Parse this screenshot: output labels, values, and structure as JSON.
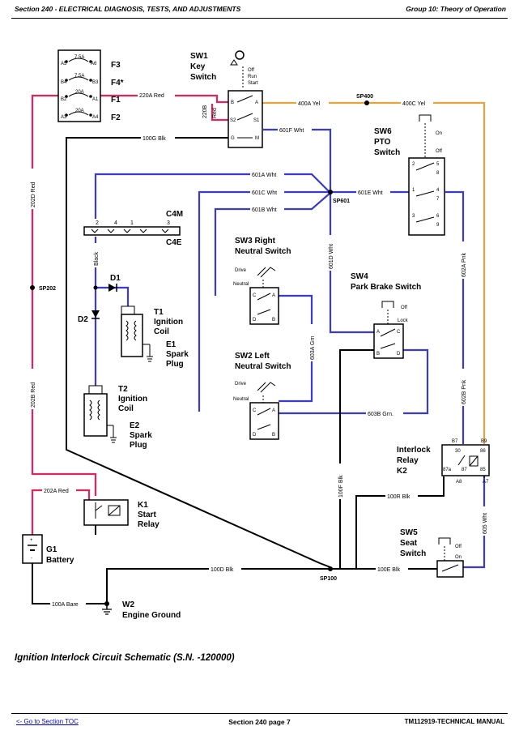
{
  "header": {
    "left": "Section 240 - ELECTRICAL DIAGNOSIS, TESTS, AND ADJUSTMENTS",
    "right": "Group 10: Theory of Operation"
  },
  "caption": "Ignition Interlock Circuit Schematic (S.N. -120000)",
  "footer": {
    "toc_link": "<- Go to Section TOC",
    "page": "Section 240 page 7",
    "manual": "TM112919-TECHNICAL MANUAL"
  },
  "colors": {
    "red": "#e0245e",
    "blue": "#3a3acc",
    "orange": "#e8a33c",
    "black": "#000000"
  },
  "fuses": {
    "f3": {
      "name": "F3",
      "rating": "7.5A",
      "pin_a": "A5",
      "pin_b": "A6"
    },
    "f4": {
      "name": "F4*",
      "rating": "7.5A",
      "pin_a": "B4",
      "pin_b": "B3"
    },
    "f1": {
      "name": "F1",
      "rating": "20A",
      "pin_a": "B2",
      "pin_b": "A1"
    },
    "f2": {
      "name": "F2",
      "rating": "20A",
      "pin_a": "A3",
      "pin_b": "A4"
    }
  },
  "sw1": {
    "tag": "SW1",
    "name_1": "Key",
    "name_2": "Switch",
    "pos_off": "Off",
    "pos_run": "Run",
    "pos_start": "Start",
    "pins": [
      "B",
      "A",
      "S2",
      "S1",
      "G",
      "M"
    ]
  },
  "sw6": {
    "tag": "SW6",
    "name_1": "PTO",
    "name_2": "Switch",
    "pos_on": "On",
    "pos_off": "Off",
    "pins": [
      "2",
      "5",
      "8",
      "1",
      "4",
      "7",
      "3",
      "6",
      "9"
    ]
  },
  "sw3": {
    "tag": "SW3 Right",
    "name": "Neutral Switch",
    "pos_drive": "Drive",
    "pos_neutral": "Neutral",
    "pins": [
      "C",
      "A",
      "D",
      "B"
    ]
  },
  "sw2": {
    "tag": "SW2 Left",
    "name": "Neutral Switch",
    "pos_drive": "Drive",
    "pos_neutral": "Neutral",
    "pins": [
      "C",
      "A",
      "D",
      "B"
    ]
  },
  "sw4": {
    "tag": "SW4",
    "name": "Park Brake Switch",
    "pos_off": "Off",
    "pos_lock": "Lock",
    "pins": [
      "A",
      "C",
      "B",
      "D"
    ]
  },
  "sw5": {
    "tag": "SW5",
    "name_1": "Seat",
    "name_2": "Switch",
    "pos_off": "Off",
    "pos_on": "On"
  },
  "k2": {
    "name_1": "Interlock",
    "name_2": "Relay",
    "tag": "K2",
    "pins": [
      "B7",
      "B9",
      "30",
      "86",
      "87a",
      "87",
      "85",
      "A8",
      "A7"
    ]
  },
  "k1": {
    "tag": "K1",
    "name_1": "Start",
    "name_2": "Relay"
  },
  "g1": {
    "tag": "G1",
    "name": "Battery"
  },
  "w2": {
    "tag": "W2",
    "name": "Engine Ground"
  },
  "connector": {
    "top": "C4M",
    "bottom": "C4E",
    "pins": [
      "2",
      "4",
      "1",
      "3"
    ]
  },
  "d1": "D1",
  "d2": "D2",
  "t1": {
    "tag": "T1",
    "name_1": "Ignition",
    "name_2": "Coil"
  },
  "t2": {
    "tag": "T2",
    "name_1": "Ignition",
    "name_2": "Coil"
  },
  "e1": {
    "tag": "E1",
    "name_1": "Spark",
    "name_2": "Plug"
  },
  "e2": {
    "tag": "E2",
    "name_1": "Spark",
    "name_2": "Plug"
  },
  "splices": {
    "sp400": "SP400",
    "sp601": "SP601",
    "sp202": "SP202",
    "sp100": "SP100"
  },
  "wires": {
    "w220A": "220A Red",
    "w220B": "220B",
    "w220B_red": "Red",
    "w400A": "400A Yel",
    "w400C": "400C Yel",
    "w100G": "100G Blk",
    "w601F": "601F Wht",
    "w601A": "601A Wht",
    "w601C": "601C Wht",
    "w601E": "601E Wht",
    "w601B": "601B Wht",
    "w601D": "601D Wht",
    "w202D": "202D Red",
    "w202B": "202B Red",
    "w202A": "202A Red",
    "w602A": "602A Pnk",
    "w602B": "602B Pnk",
    "w603A": "603A Grn",
    "w603B": "603B Grn.",
    "w100F": "100F Blk",
    "w100R": "100R Blk",
    "w100D": "100D Blk",
    "w100E": "100E Blk",
    "w100A": "100A Bare",
    "w605": "605 Wht",
    "black": "Black"
  }
}
